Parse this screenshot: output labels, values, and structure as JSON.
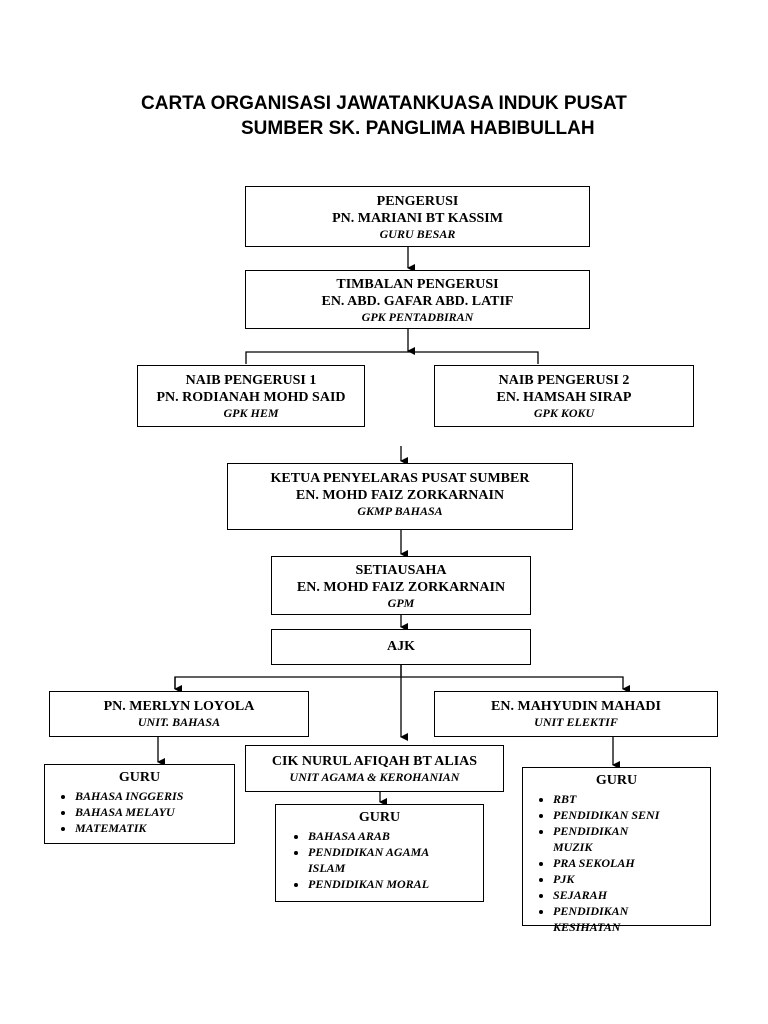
{
  "title": {
    "line1": "CARTA ORGANISASI JAWATANKUASA INDUK PUSAT",
    "line2": "SUMBER SK. PANGLIMA HABIBULLAH"
  },
  "pengerusi": {
    "role": "PENGERUSI",
    "name": "PN. MARIANI BT KASSIM",
    "post": "GURU BESAR"
  },
  "timbalan": {
    "role": "TIMBALAN PENGERUSI",
    "name": "EN. ABD. GAFAR ABD. LATIF",
    "post": "GPK PENTADBIRAN"
  },
  "naib1": {
    "role": "NAIB PENGERUSI 1",
    "name": "PN. RODIANAH MOHD SAID",
    "post": "GPK HEM"
  },
  "naib2": {
    "role": "NAIB PENGERUSI 2",
    "name": "EN. HAMSAH SIRAP",
    "post": "GPK KOKU"
  },
  "ketua": {
    "role": "KETUA PENYELARAS PUSAT SUMBER",
    "name": "EN. MOHD FAIZ ZORKARNAIN",
    "post": "GKMP BAHASA"
  },
  "setiausaha": {
    "role": "SETIAUSAHA",
    "name": "EN. MOHD FAIZ ZORKARNAIN",
    "post": "GPM"
  },
  "ajk": {
    "label": "AJK"
  },
  "unit_bahasa": {
    "name": "PN. MERLYN LOYOLA",
    "unit": "UNIT. BAHASA"
  },
  "unit_agama": {
    "name": "CIK NURUL AFIQAH BT ALIAS",
    "unit": "UNIT AGAMA & KEROHANIAN"
  },
  "unit_elektif": {
    "name": "EN. MAHYUDIN MAHADI",
    "unit": "UNIT ELEKTIF"
  },
  "guru_bahasa": {
    "head": "GURU",
    "items": [
      "BAHASA INGGERIS",
      "BAHASA MELAYU",
      "MATEMATIK"
    ]
  },
  "guru_agama": {
    "head": "GURU",
    "items": [
      "BAHASA ARAB",
      "PENDIDIKAN AGAMA ISLAM",
      "PENDIDIKAN MORAL"
    ]
  },
  "guru_elektif": {
    "head": "GURU",
    "items": [
      "RBT",
      "PENDIDIKAN SENI",
      "PENDIDIKAN MUZIK",
      "PRA SEKOLAH",
      "PJK",
      "SEJARAH",
      "PENDIDIKAN KESIHATAN"
    ]
  }
}
